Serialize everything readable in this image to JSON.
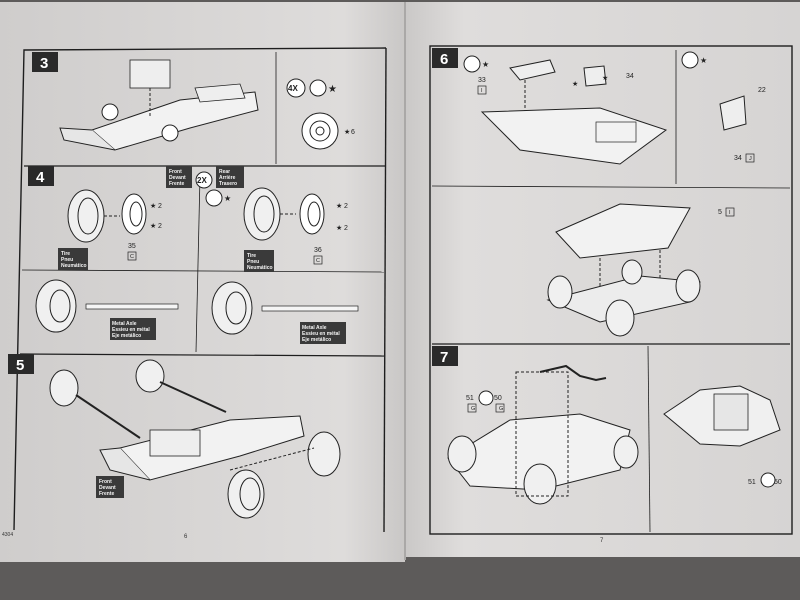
{
  "page_left": {
    "step3": {
      "number": "3",
      "callout": "4X",
      "ref": "6"
    },
    "step4": {
      "number": "4",
      "front_label": [
        "Front",
        "Devant",
        "Frente"
      ],
      "rear_label": [
        "Rear",
        "Arrière",
        "Trasero"
      ],
      "multiplier": "2X",
      "front_tire_label": [
        "Tire",
        "Pneu",
        "Neumático"
      ],
      "rear_tire_label": [
        "Tire",
        "Pneu",
        "Neumático"
      ],
      "front_part_no": "35",
      "front_part_letter": "C",
      "rear_part_no": "36",
      "rear_part_letter": "C",
      "qty_a": "2",
      "qty_b": "2",
      "qty_c": "2",
      "qty_d": "2",
      "axle_label_left": [
        "Metal Axle",
        "Essieu en métal",
        "Eje metálico"
      ],
      "axle_label_right": [
        "Metal Axle",
        "Essieu en métal",
        "Eje metálico"
      ]
    },
    "step5": {
      "number": "5",
      "front_label": [
        "Front",
        "Devant",
        "Frente"
      ]
    },
    "footer_code": "4304",
    "page_no": "6"
  },
  "page_right": {
    "step6": {
      "number": "6",
      "part_33": "33",
      "part_33_letter": "I",
      "part_34": "34",
      "part_34b": "34",
      "part_34b_letter": "J",
      "ref_22": "22",
      "part_5": "5",
      "part_5_letter": "I"
    },
    "step7": {
      "number": "7",
      "part_51": "51",
      "part_51_letter": "G",
      "part_50": "50",
      "part_50_letter": "G",
      "part_51b": "51",
      "part_50b": "50"
    },
    "page_no": "7"
  },
  "colors": {
    "background": "#5d5b5a",
    "paper": "#dcdad9",
    "ink": "#1e1e1e",
    "label_box": "#3a3a3a"
  }
}
